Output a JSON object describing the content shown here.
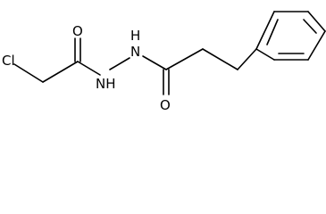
{
  "diagram": {
    "type": "skeletal-structure",
    "atoms": {
      "cl": "Cl",
      "o1": "O",
      "nh1": "NH",
      "n2": "N",
      "h2": "H",
      "o2": "O"
    }
  }
}
